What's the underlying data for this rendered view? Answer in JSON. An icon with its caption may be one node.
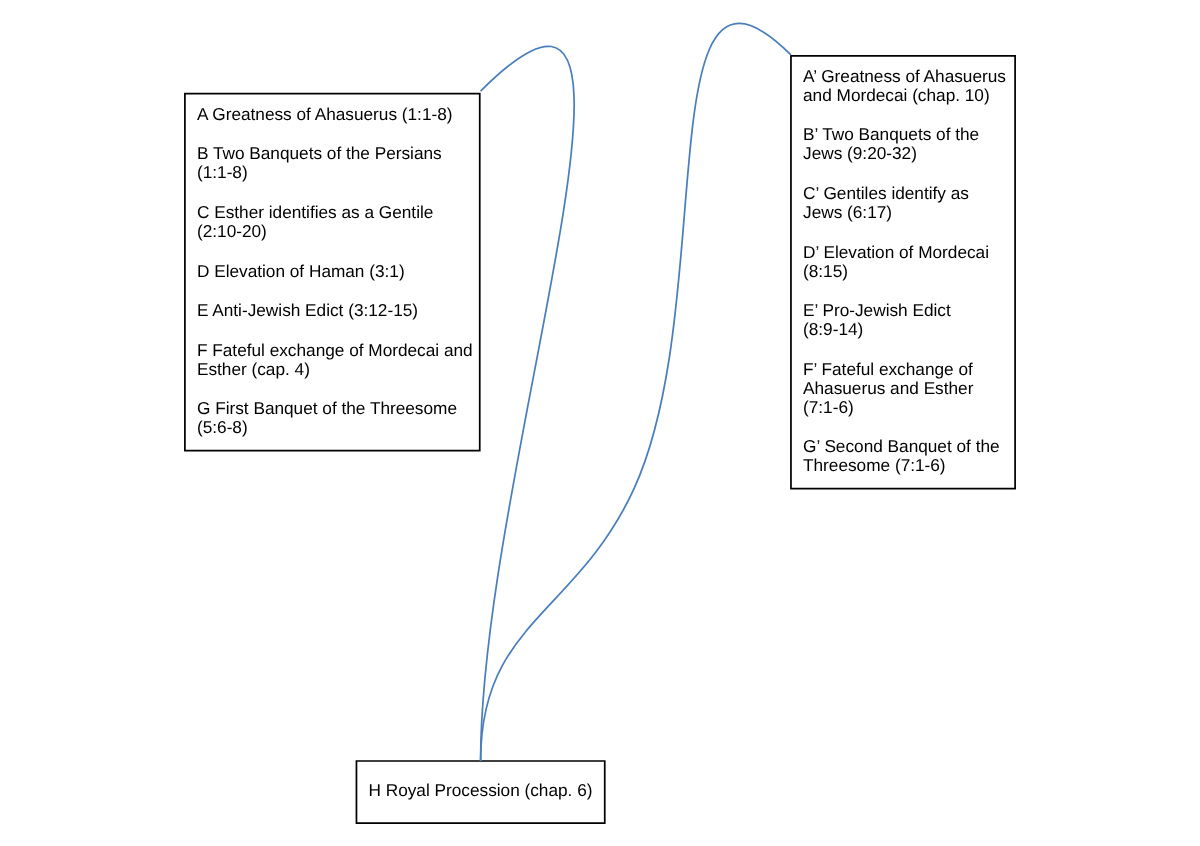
{
  "diagram": {
    "nodes": [
      {
        "text": [
          "A Greatness of Ahasuerus (1:1-8)",
          "B Two Banquets of the Persians (1:1-8)",
          "C Esther identifies as a Gentile (2:10-20)",
          "D Elevation of Haman (3:1)",
          "E Anti-Jewish Edict (3:12-15)",
          "F Fateful exchange of Mordecai and Esther (cap. 4)",
          "G First Banquet of the Threesome (5:6-8)"
        ]
      },
      {
        "text": [
          "A’ Greatness of Ahasuerus and Mordecai (chap. 10)",
          "B’ Two Banquets of the Jews (9:20-32)",
          "C’ Gentiles identify as Jews (6:17)",
          "D’ Elevation of Mordecai (8:15)",
          "E’ Pro-Jewish Edict (8:9-14)",
          "F’ Fateful exchange of Ahasuerus and Esther (7:1-6)",
          "G’ Second Banquet of the Threesome (7:1-6)"
        ]
      },
      {
        "text": [
          "H Royal Procession (chap. 6)"
        ]
      }
    ],
    "edges": [
      {
        "from": 0,
        "to": 2,
        "arrow": "none"
      },
      {
        "from": 2,
        "to": 1,
        "arrow": "none"
      }
    ]
  }
}
